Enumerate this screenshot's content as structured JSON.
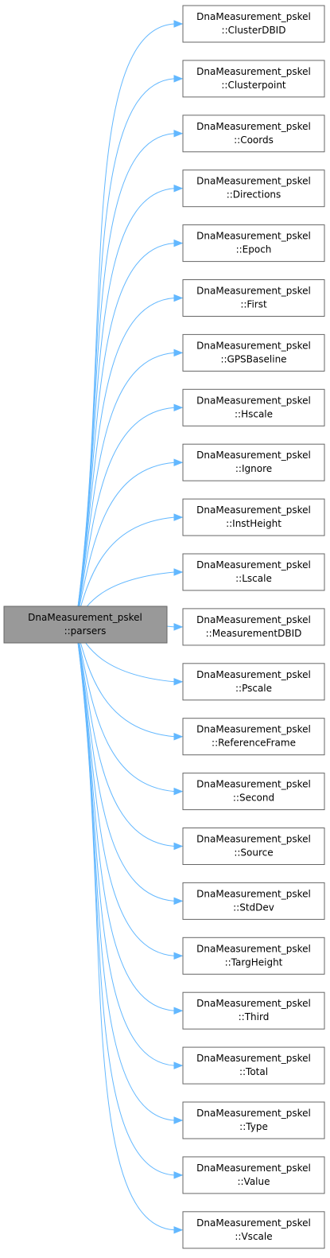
{
  "diagram": {
    "root": {
      "line1": "DnaMeasurement_pskel",
      "line2": "::parsers"
    },
    "targets": [
      {
        "line1": "DnaMeasurement_pskel",
        "line2": "::ClusterDBID"
      },
      {
        "line1": "DnaMeasurement_pskel",
        "line2": "::Clusterpoint"
      },
      {
        "line1": "DnaMeasurement_pskel",
        "line2": "::Coords"
      },
      {
        "line1": "DnaMeasurement_pskel",
        "line2": "::Directions"
      },
      {
        "line1": "DnaMeasurement_pskel",
        "line2": "::Epoch"
      },
      {
        "line1": "DnaMeasurement_pskel",
        "line2": "::First"
      },
      {
        "line1": "DnaMeasurement_pskel",
        "line2": "::GPSBaseline"
      },
      {
        "line1": "DnaMeasurement_pskel",
        "line2": "::Hscale"
      },
      {
        "line1": "DnaMeasurement_pskel",
        "line2": "::Ignore"
      },
      {
        "line1": "DnaMeasurement_pskel",
        "line2": "::InstHeight"
      },
      {
        "line1": "DnaMeasurement_pskel",
        "line2": "::Lscale"
      },
      {
        "line1": "DnaMeasurement_pskel",
        "line2": "::MeasurementDBID"
      },
      {
        "line1": "DnaMeasurement_pskel",
        "line2": "::Pscale"
      },
      {
        "line1": "DnaMeasurement_pskel",
        "line2": "::ReferenceFrame"
      },
      {
        "line1": "DnaMeasurement_pskel",
        "line2": "::Second"
      },
      {
        "line1": "DnaMeasurement_pskel",
        "line2": "::Source"
      },
      {
        "line1": "DnaMeasurement_pskel",
        "line2": "::StdDev"
      },
      {
        "line1": "DnaMeasurement_pskel",
        "line2": "::TargHeight"
      },
      {
        "line1": "DnaMeasurement_pskel",
        "line2": "::Third"
      },
      {
        "line1": "DnaMeasurement_pskel",
        "line2": "::Total"
      },
      {
        "line1": "DnaMeasurement_pskel",
        "line2": "::Type"
      },
      {
        "line1": "DnaMeasurement_pskel",
        "line2": "::Value"
      },
      {
        "line1": "DnaMeasurement_pskel",
        "line2": "::Vscale"
      }
    ],
    "colors": {
      "edge": "#63b8ff",
      "root_fill": "#999999",
      "node_fill": "#ffffff",
      "node_border": "#666666"
    }
  }
}
